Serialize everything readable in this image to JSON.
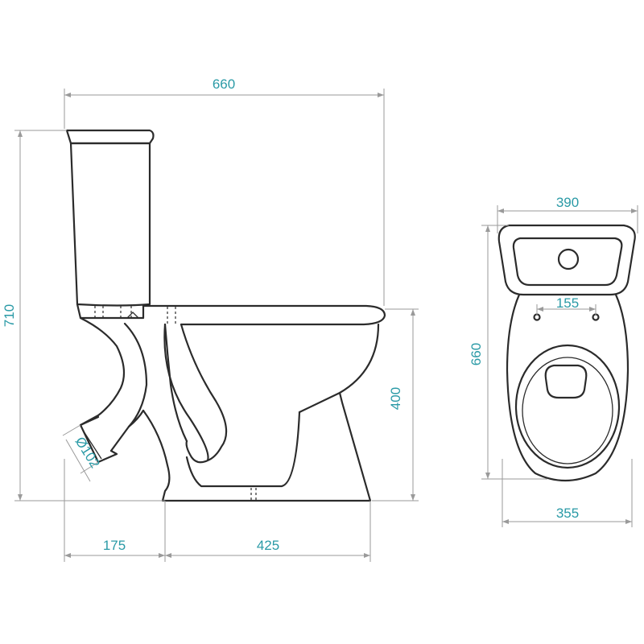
{
  "dimensions": {
    "total_length": "660",
    "total_height": "710",
    "pan_height": "400",
    "drain_diameter": "Ø102",
    "outlet_offset": "175",
    "base_length": "425",
    "tank_width": "390",
    "top_length": "660",
    "hole_spacing": "155",
    "base_width": "355"
  },
  "colors": {
    "object_line": "#2b2b2b",
    "dimension_line": "#9a9a9a",
    "dimension_text": "#2a9aa6"
  }
}
